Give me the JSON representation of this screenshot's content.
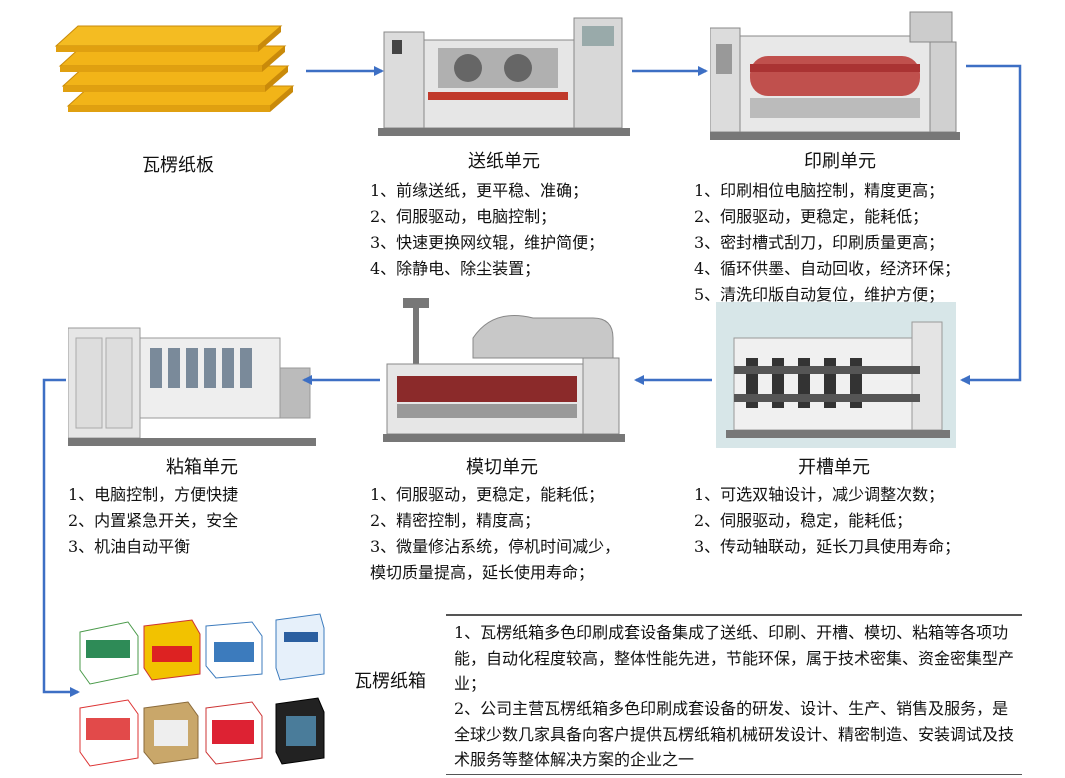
{
  "labels": {
    "raw_material": "瓦楞纸板",
    "final_product": "瓦楞纸箱"
  },
  "units": [
    {
      "id": "feed",
      "title": "送纸单元",
      "features": [
        "1、前缘送纸，更平稳、准确；",
        "2、伺服驱动，电脑控制；",
        "3、快速更换网纹辊，维护简便；",
        "4、除静电、除尘装置；"
      ]
    },
    {
      "id": "print",
      "title": "印刷单元",
      "features": [
        "1、印刷相位电脑控制，精度更高；",
        "2、伺服驱动，更稳定，能耗低；",
        "3、密封槽式刮刀，印刷质量更高；",
        "4、循环供墨、自动回收，经济环保；",
        "5、清洗印版自动复位，维护方便；"
      ]
    },
    {
      "id": "slot",
      "title": "开槽单元",
      "features": [
        "1、可选双轴设计，减少调整次数；",
        "2、伺服驱动，稳定，能耗低；",
        "3、传动轴联动，延长刀具使用寿命；"
      ]
    },
    {
      "id": "diecut",
      "title": "模切单元",
      "features": [
        "1、伺服驱动，更稳定，能耗低；",
        "2、精密控制，精度高；",
        "3、微量修沾系统，停机时间减少，",
        "模切质量提高，延长使用寿命；"
      ]
    },
    {
      "id": "glue",
      "title": "粘箱单元",
      "features": [
        "1、电脑控制，方便快捷",
        "2、内置紧急开关，安全",
        "3、机油自动平衡"
      ]
    }
  ],
  "summary": [
    "1、瓦楞纸箱多色印刷成套设备集成了送纸、印刷、开槽、模切、粘箱等各项功能，自动化程度较高，整体性能先进，节能环保，属于技术密集、资金密集型产业；",
    "2、公司主营瓦楞纸箱多色印刷成套设备的研发、设计、生产、销售及服务，是全球少数几家具备向客户提供瓦楞纸箱机械研发设计、精密制造、安装调试及技术服务等整体解决方案的企业之一"
  ],
  "colors": {
    "arrow": "#3d6fc4",
    "board": "#f2b418",
    "board_edge": "#c98a0a",
    "machine_body": "#e8e8e8",
    "machine_dark": "#555555"
  }
}
